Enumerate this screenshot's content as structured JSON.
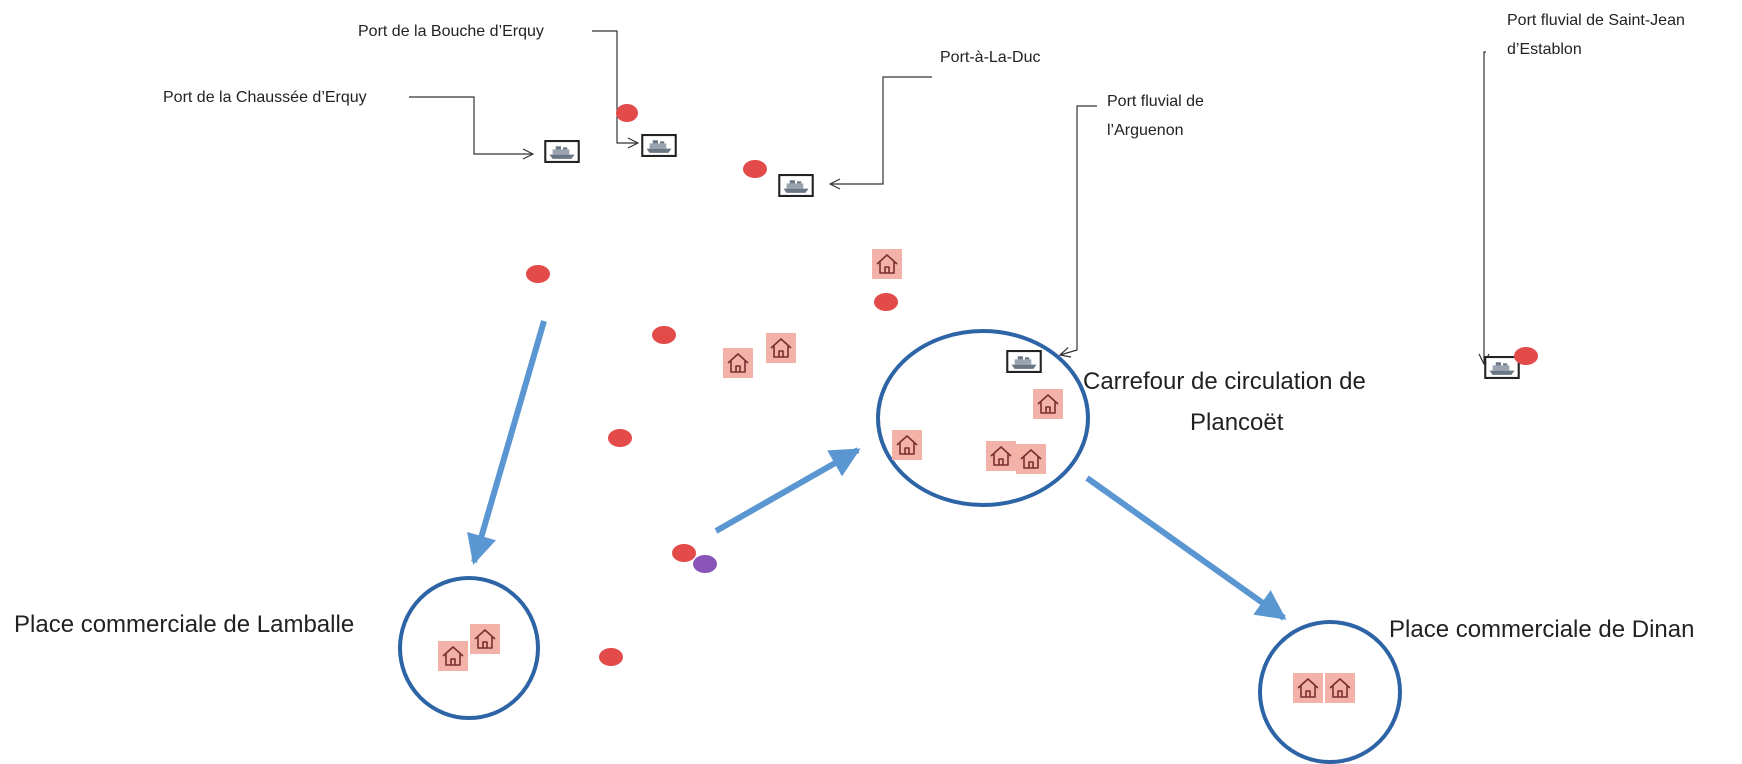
{
  "map": {
    "colors": {
      "dot": "#e34a4a",
      "dot_special": "#8a55b8",
      "house_bg": "#f3b2a7",
      "house_stroke": "#7a2e2e",
      "circle": "#2d64a6",
      "arrow": "#5a96d2",
      "leader": "#333333",
      "ship_stroke": "#222222"
    },
    "icons": {
      "house": "house-icon",
      "ship": "ship-icon",
      "dot": "red-dot-icon",
      "dot_special": "purple-dot-icon"
    },
    "ports": [
      {
        "name": "Port de la Bouche d’Erquy"
      },
      {
        "name": "Port de la Chaussée d’Erquy"
      },
      {
        "name": "Port-à-La-Duc"
      },
      {
        "name": "Port fluvial de",
        "name_line2": "l’Arguenon"
      },
      {
        "name": "Port fluvial de Saint-Jean",
        "name_line2": "d’Establon"
      }
    ],
    "places": [
      {
        "name": "Carrefour de circulation de",
        "name_line2": "Plancoët"
      },
      {
        "name": "Place commerciale de Lamballe"
      },
      {
        "name": "Place commerciale de Dinan"
      }
    ]
  }
}
